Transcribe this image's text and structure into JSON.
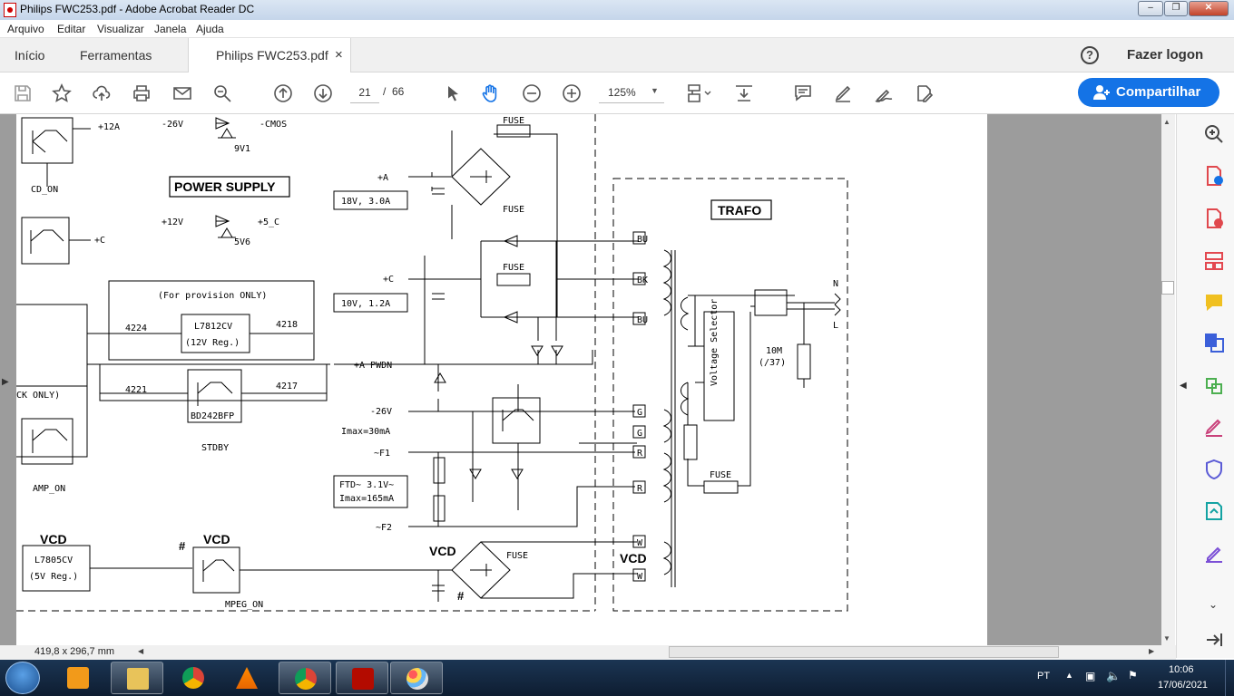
{
  "window": {
    "title": "Philips FWC253.pdf - Adobe Acrobat Reader DC"
  },
  "menu": [
    "Arquivo",
    "Editar",
    "Visualizar",
    "Janela",
    "Ajuda"
  ],
  "tabs": {
    "home": "Início",
    "tools": "Ferramentas",
    "doc": "Philips FWC253.pdf",
    "close_glyph": "×"
  },
  "help_glyph": "?",
  "login": "Fazer logon",
  "toolbar": {
    "page_current": "21",
    "page_sep": "/",
    "page_total": "66",
    "zoom": "125%",
    "share_label": "Compartilhar"
  },
  "status": {
    "page_size": "419,8 x 296,7 mm"
  },
  "schematic": {
    "power_supply": "POWER SUPPLY",
    "trafo": "TRAFO",
    "vcd": "VCD",
    "hash": "#",
    "plus12a": "+12A",
    "cd_on": "CD_ON",
    "plus_c": "+C",
    "minus26v": "-26V",
    "cmos": "-CMOS",
    "z9v1": "9V1",
    "plus12v": "+12V",
    "plus5c": "+5_C",
    "z5v6": "5V6",
    "fuse": "FUSE",
    "plus_a": "+A",
    "box18v": "18V, 3.0A",
    "plus_c2": "+C",
    "box10v": "10V, 1.2A",
    "provision": "(For provision ONLY)",
    "n4224": "4224",
    "l7812": "L7812CV",
    "reg12": "(12V Reg.)",
    "n4218": "4218",
    "n4221": "4221",
    "n4217": "4217",
    "bd": "BD242BFP",
    "stdby": "STDBY",
    "plus_a_pwdn": "+A  PWDN",
    "ck_only": "CK ONLY)",
    "amp_on": "AMP_ON",
    "minus26v2": "-26V",
    "imax30": "Imax=30mA",
    "f1": "~F1",
    "f2": "~F2",
    "ftd": "FTD~   3.1V~",
    "imax165": "Imax=165mA",
    "l7805": "L7805CV",
    "reg5": "(5V Reg.)",
    "mpeg_on": "MPEG_ON",
    "pin_bu": "BU",
    "pin_bk": "BK",
    "pin_g": "G",
    "pin_r": "R",
    "pin_w": "W",
    "voltage_selector": "Voltage Selector",
    "n": "N",
    "l": "L",
    "r10m": "10M",
    "r37": "(/37)"
  },
  "taskbar": {
    "lang": "PT",
    "time": "10:06",
    "date": "17/06/2021"
  },
  "colors": {
    "accent": "#1473e6",
    "acrobat_red": "#c00000"
  }
}
